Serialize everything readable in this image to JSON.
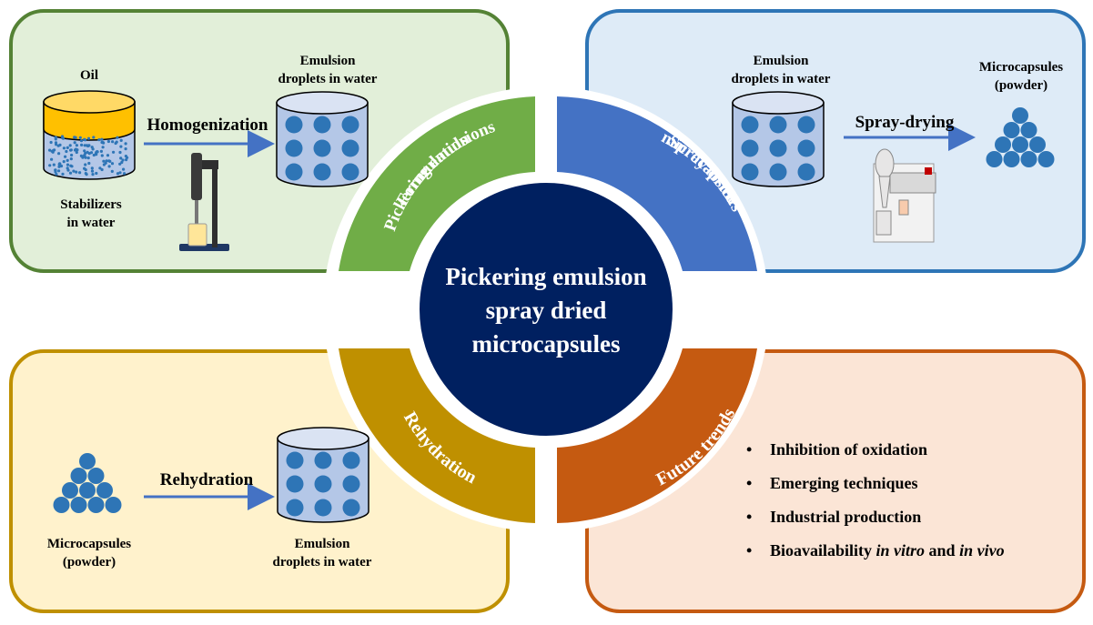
{
  "center": {
    "line1": "Pickering emulsion",
    "line2": "spray dried",
    "line3": "microcapsules"
  },
  "quadrants": {
    "formulation": {
      "line1": "Formulation",
      "line2": "Pickering emulsions",
      "color": "#70ad47"
    },
    "spray": {
      "line1": "Spray-dried",
      "line2": "microcapsules",
      "color": "#4472c4"
    },
    "rehydration": {
      "line1": "Rehydration",
      "color": "#bf9000"
    },
    "future": {
      "line1": "Future trends",
      "color": "#c55a11"
    }
  },
  "top_left": {
    "oil": "Oil",
    "stabilizers_1": "Stabilizers",
    "stabilizers_2": "in water",
    "homogenization": "Homogenization",
    "emulsion_1": "Emulsion",
    "emulsion_2": "droplets in water"
  },
  "top_right": {
    "emulsion_1": "Emulsion",
    "emulsion_2": "droplets in water",
    "spray_drying": "Spray-drying",
    "micro_1": "Microcapsules",
    "micro_2": "(powder)"
  },
  "bottom_left": {
    "micro_1": "Microcapsules",
    "micro_2": "(powder)",
    "rehydration": "Rehydration",
    "emulsion_1": "Emulsion",
    "emulsion_2": "droplets in water"
  },
  "future_trends": {
    "bullet": "•",
    "items": [
      "Inhibition of oxidation",
      "Emerging techniques",
      "Industrial production"
    ],
    "last_prefix": "Bioavailability ",
    "last_italic1": "in vitro",
    "last_mid": " and ",
    "last_italic2": "in vivo"
  },
  "colors": {
    "center": "#002060",
    "droplet": "#2e75b6",
    "oil": "#ffc000",
    "beaker": "#b4c7e7",
    "arrow": "#4472c4"
  }
}
